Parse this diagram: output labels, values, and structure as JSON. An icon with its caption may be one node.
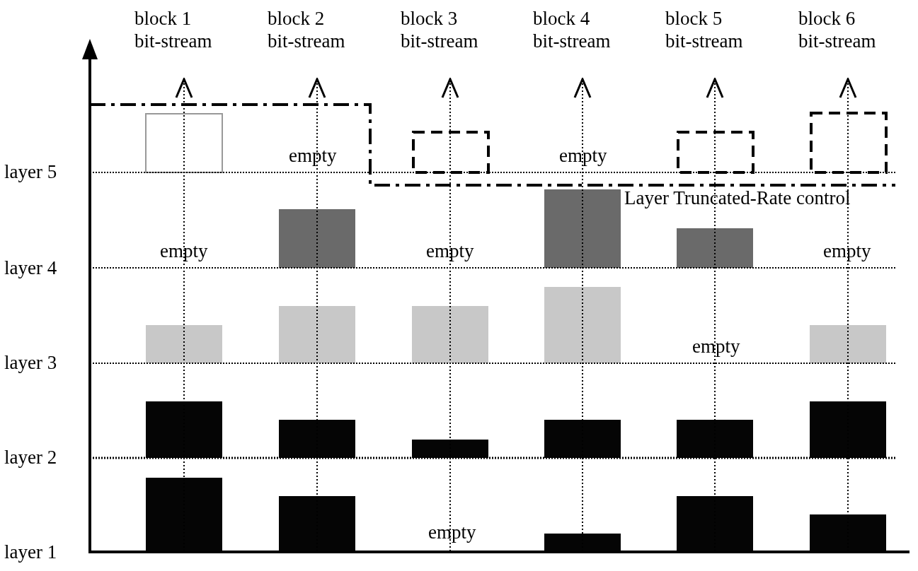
{
  "diagram": {
    "nodes": [
      {
        "text": [
          "block 1 bit-stream"
        ]
      },
      {
        "text": [
          "block 2 bit-stream"
        ]
      },
      {
        "text": [
          "block 3 bit-stream"
        ]
      },
      {
        "text": [
          "block 4 bit-stream"
        ]
      },
      {
        "text": [
          "block 5 bit-stream"
        ]
      },
      {
        "text": [
          "block 6 bit-stream"
        ]
      }
    ],
    "edges": [
      {
        "from": null,
        "to": 0,
        "arrow": "to"
      },
      {
        "from": null,
        "to": 1,
        "arrow": "to"
      },
      {
        "from": null,
        "to": 2,
        "arrow": "to"
      },
      {
        "from": null,
        "to": 3,
        "arrow": "to"
      },
      {
        "from": null,
        "to": 4,
        "arrow": "to"
      },
      {
        "from": null,
        "to": 5,
        "arrow": "to"
      }
    ],
    "labels": [
      "empty",
      "empty",
      "layer 5",
      "Layer Truncated-Rate control",
      "empty",
      "empty",
      "empty",
      "layer 4",
      "empty",
      "layer 3",
      "layer 2",
      "empty",
      "layer 1"
    ]
  }
}
